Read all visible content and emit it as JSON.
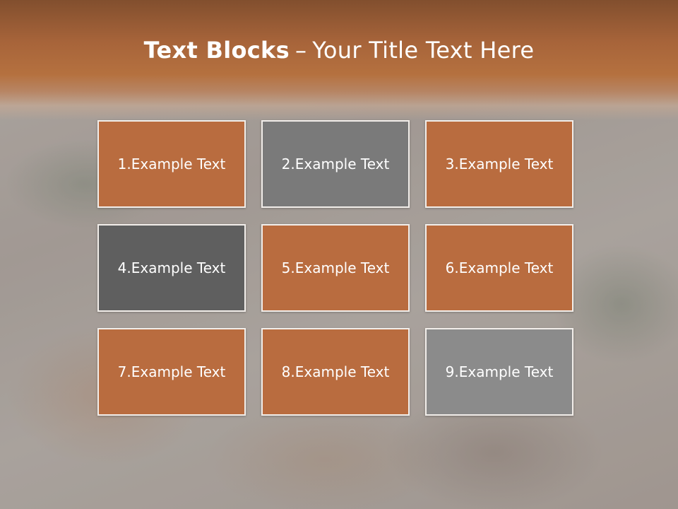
{
  "slide": {
    "title_bold": "Text Blocks",
    "title_dash": "–",
    "title_rest": "Your Title Text Here"
  },
  "blocks": [
    {
      "label": "1.Example Text",
      "color": "#b96c3f"
    },
    {
      "label": "2.Example Text",
      "color": "#7a7a7a"
    },
    {
      "label": "3.Example Text",
      "color": "#b96c3f"
    },
    {
      "label": "4.Example Text",
      "color": "#5f5f5f"
    },
    {
      "label": "5.Example Text",
      "color": "#b96c3f"
    },
    {
      "label": "6.Example Text",
      "color": "#b96c3f"
    },
    {
      "label": "7.Example Text",
      "color": "#b96c3f"
    },
    {
      "label": "8.Example Text",
      "color": "#b96c3f"
    },
    {
      "label": "9.Example Text",
      "color": "#8b8b8b"
    }
  ],
  "theme": {
    "header_color": "#a7643a",
    "accent": "#b96c3f"
  }
}
